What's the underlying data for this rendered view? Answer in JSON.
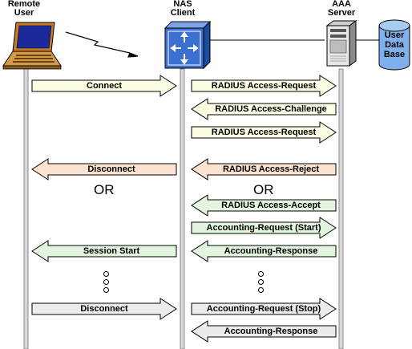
{
  "actors": {
    "remote_user": {
      "line1": "Remote",
      "line2": "User"
    },
    "nas_client": {
      "line1": "NAS",
      "line2": "Client"
    },
    "aaa_server": {
      "line1": "AAA",
      "line2": "Server"
    },
    "database": {
      "line1": "User",
      "line2": "Data",
      "line3": "Base"
    }
  },
  "messages": [
    {
      "id": "connect",
      "label": "Connect",
      "dir": "right",
      "fill": "#fdfde4"
    },
    {
      "id": "radius-access-request-1",
      "label": "RADIUS Access-Request",
      "dir": "right",
      "fill": "#fdfde4"
    },
    {
      "id": "radius-access-challenge",
      "label": "RADIUS Access-Challenge",
      "dir": "left",
      "fill": "#fdfde4"
    },
    {
      "id": "radius-access-request-2",
      "label": "RADIUS Access-Request",
      "dir": "right",
      "fill": "#fdfde4"
    },
    {
      "id": "disconnect-1",
      "label": "Disconnect",
      "dir": "left",
      "fill": "#fbe3cf"
    },
    {
      "id": "radius-access-reject",
      "label": "RADIUS Access-Reject",
      "dir": "left",
      "fill": "#fbe3cf"
    },
    {
      "id": "radius-access-accept",
      "label": "RADIUS Access-Accept",
      "dir": "left",
      "fill": "#e3f5de"
    },
    {
      "id": "accounting-request-start",
      "label": "Accounting-Request (Start)",
      "dir": "right",
      "fill": "#e3f5de"
    },
    {
      "id": "session-start",
      "label": "Session Start",
      "dir": "left",
      "fill": "#e3f5de"
    },
    {
      "id": "accounting-response-1",
      "label": "Accounting-Response",
      "dir": "left",
      "fill": "#e3f5de"
    },
    {
      "id": "disconnect-2",
      "label": "Disconnect",
      "dir": "right",
      "fill": "#ececec"
    },
    {
      "id": "accounting-request-stop",
      "label": "Accounting-Request (Stop)",
      "dir": "right",
      "fill": "#ececec"
    },
    {
      "id": "accounting-response-2",
      "label": "Accounting-Response",
      "dir": "left",
      "fill": "#ececec"
    }
  ],
  "separators": {
    "or_left": "OR",
    "or_right": "OR"
  },
  "colors": {
    "lifeline": "#9a9a9a",
    "router": "#3b6fd0",
    "database": "#7fb0ec",
    "arrow_stroke": "#000000"
  }
}
